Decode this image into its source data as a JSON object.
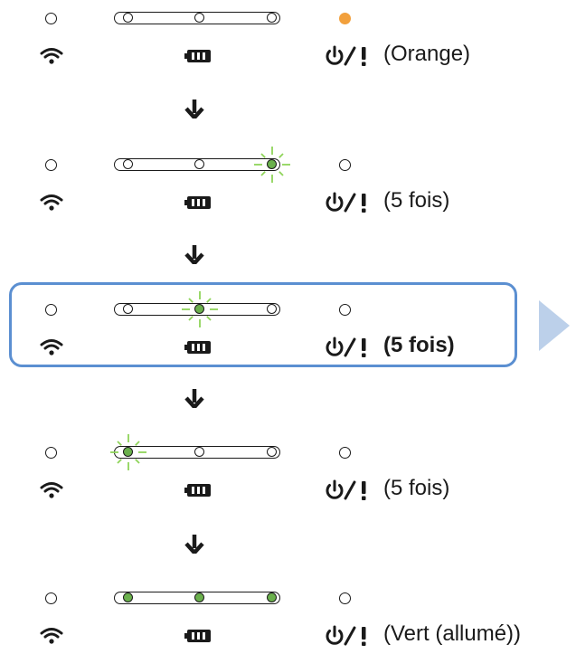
{
  "steps": [
    {
      "power_led": "orange",
      "track_state": "none",
      "note": "(Orange)",
      "bold": false
    },
    {
      "power_led": "off",
      "track_state": "right",
      "note": "(5 fois)",
      "bold": false
    },
    {
      "power_led": "off",
      "track_state": "middle",
      "note": "(5 fois)",
      "bold": true
    },
    {
      "power_led": "off",
      "track_state": "left",
      "note": "(5 fois)",
      "bold": false
    },
    {
      "power_led": "off",
      "track_state": "all",
      "note": "(Vert (allumé))",
      "bold": false
    }
  ],
  "icons": {
    "wifi": "wifi-icon",
    "battery": "battery-icon",
    "power_warning": "power-warning-icon",
    "arrow": "arrow-down-icon",
    "next": "next-triangle-icon"
  },
  "colors": {
    "orange": "#f2a03c",
    "green": "#6ab04c",
    "burst": "#8fd45a",
    "highlight": "#5b8fd1",
    "next_arrow": "#bcd0ea"
  },
  "highlighted_step": 2
}
